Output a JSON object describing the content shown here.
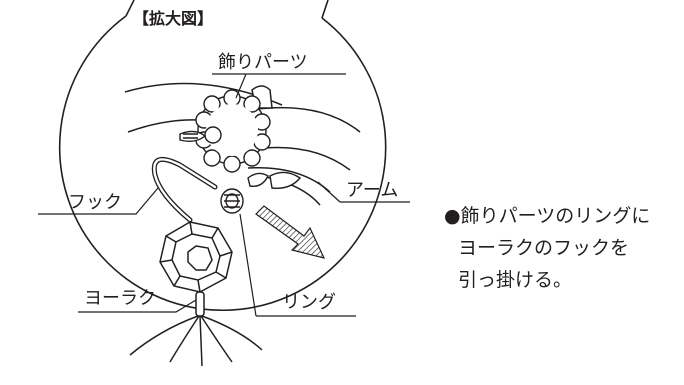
{
  "diagram": {
    "title": "【拡大図】",
    "labels": {
      "decoration_part": "飾りパーツ",
      "arm": "アーム",
      "hook": "フック",
      "ring": "リング",
      "pendant": "ヨーラク"
    }
  },
  "instruction": {
    "bullet": "●",
    "lines": [
      "飾りパーツのリングに",
      "ヨーラクのフックを",
      "引っ掛ける。"
    ]
  }
}
